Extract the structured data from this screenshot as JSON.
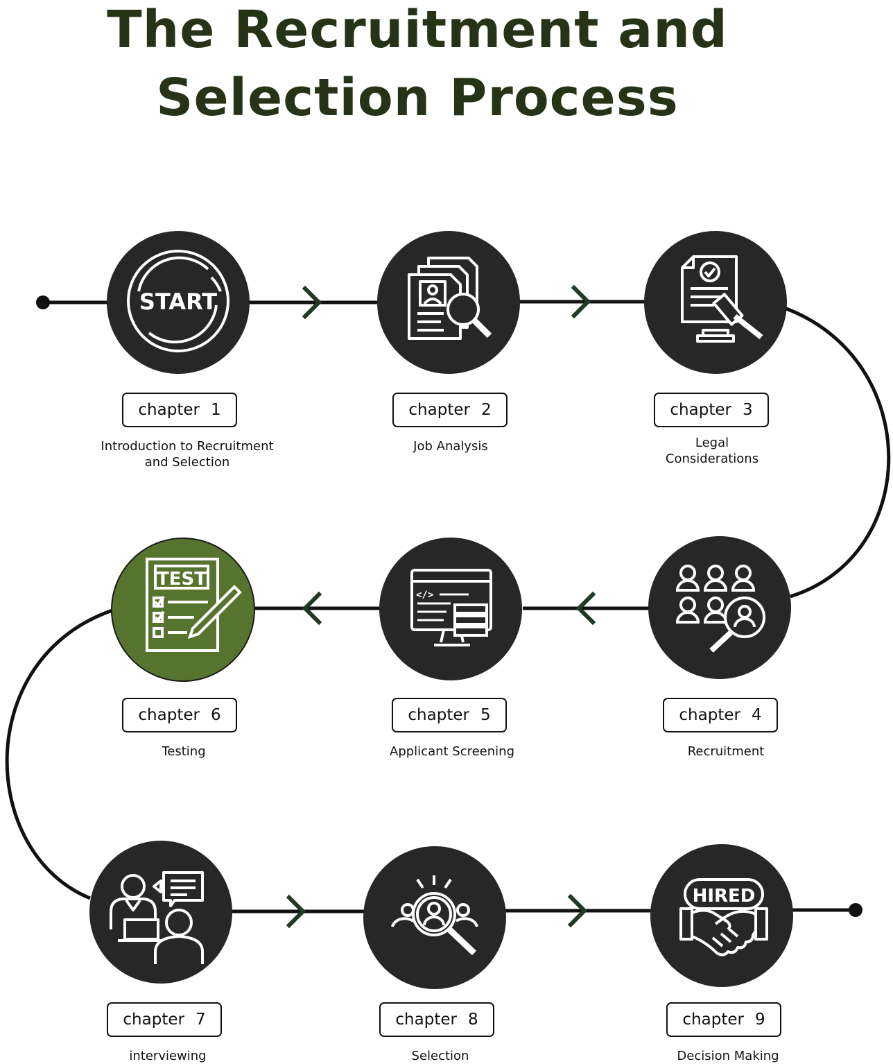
{
  "title": {
    "line1": "The Recruitment and",
    "line2": "Selection Process"
  },
  "colors": {
    "title": "#263316",
    "node": "#272727",
    "node_active": "#57742e",
    "arrow": "#1f3a25",
    "path": "#111111"
  },
  "icons": {
    "start_text": "START",
    "test_text": "TEST",
    "hired_text": "HIRED"
  },
  "steps": [
    {
      "chapter": "chapter",
      "number": "1",
      "caption_lines": [
        "Introduction to Recruitment",
        "and Selection"
      ],
      "icon": "start-icon"
    },
    {
      "chapter": "chapter",
      "number": "2",
      "caption_lines": [
        "Job Analysis"
      ],
      "icon": "document-search-icon"
    },
    {
      "chapter": "chapter",
      "number": "3",
      "caption_lines": [
        "Legal",
        "Considerations"
      ],
      "icon": "legal-gavel-icon"
    },
    {
      "chapter": "chapter",
      "number": "4",
      "caption_lines": [
        "Recruitment"
      ],
      "icon": "people-search-icon"
    },
    {
      "chapter": "chapter",
      "number": "5",
      "caption_lines": [
        "Applicant Screening"
      ],
      "icon": "code-screen-icon"
    },
    {
      "chapter": "chapter",
      "number": "6",
      "caption_lines": [
        "Testing"
      ],
      "icon": "test-sheet-icon",
      "active": true
    },
    {
      "chapter": "chapter",
      "number": "7",
      "caption_lines": [
        "interviewing"
      ],
      "icon": "interview-icon"
    },
    {
      "chapter": "chapter",
      "number": "8",
      "caption_lines": [
        "Selection"
      ],
      "icon": "candidate-search-icon"
    },
    {
      "chapter": "chapter",
      "number": "9",
      "caption_lines": [
        "Decision Making"
      ],
      "icon": "hired-handshake-icon"
    }
  ]
}
